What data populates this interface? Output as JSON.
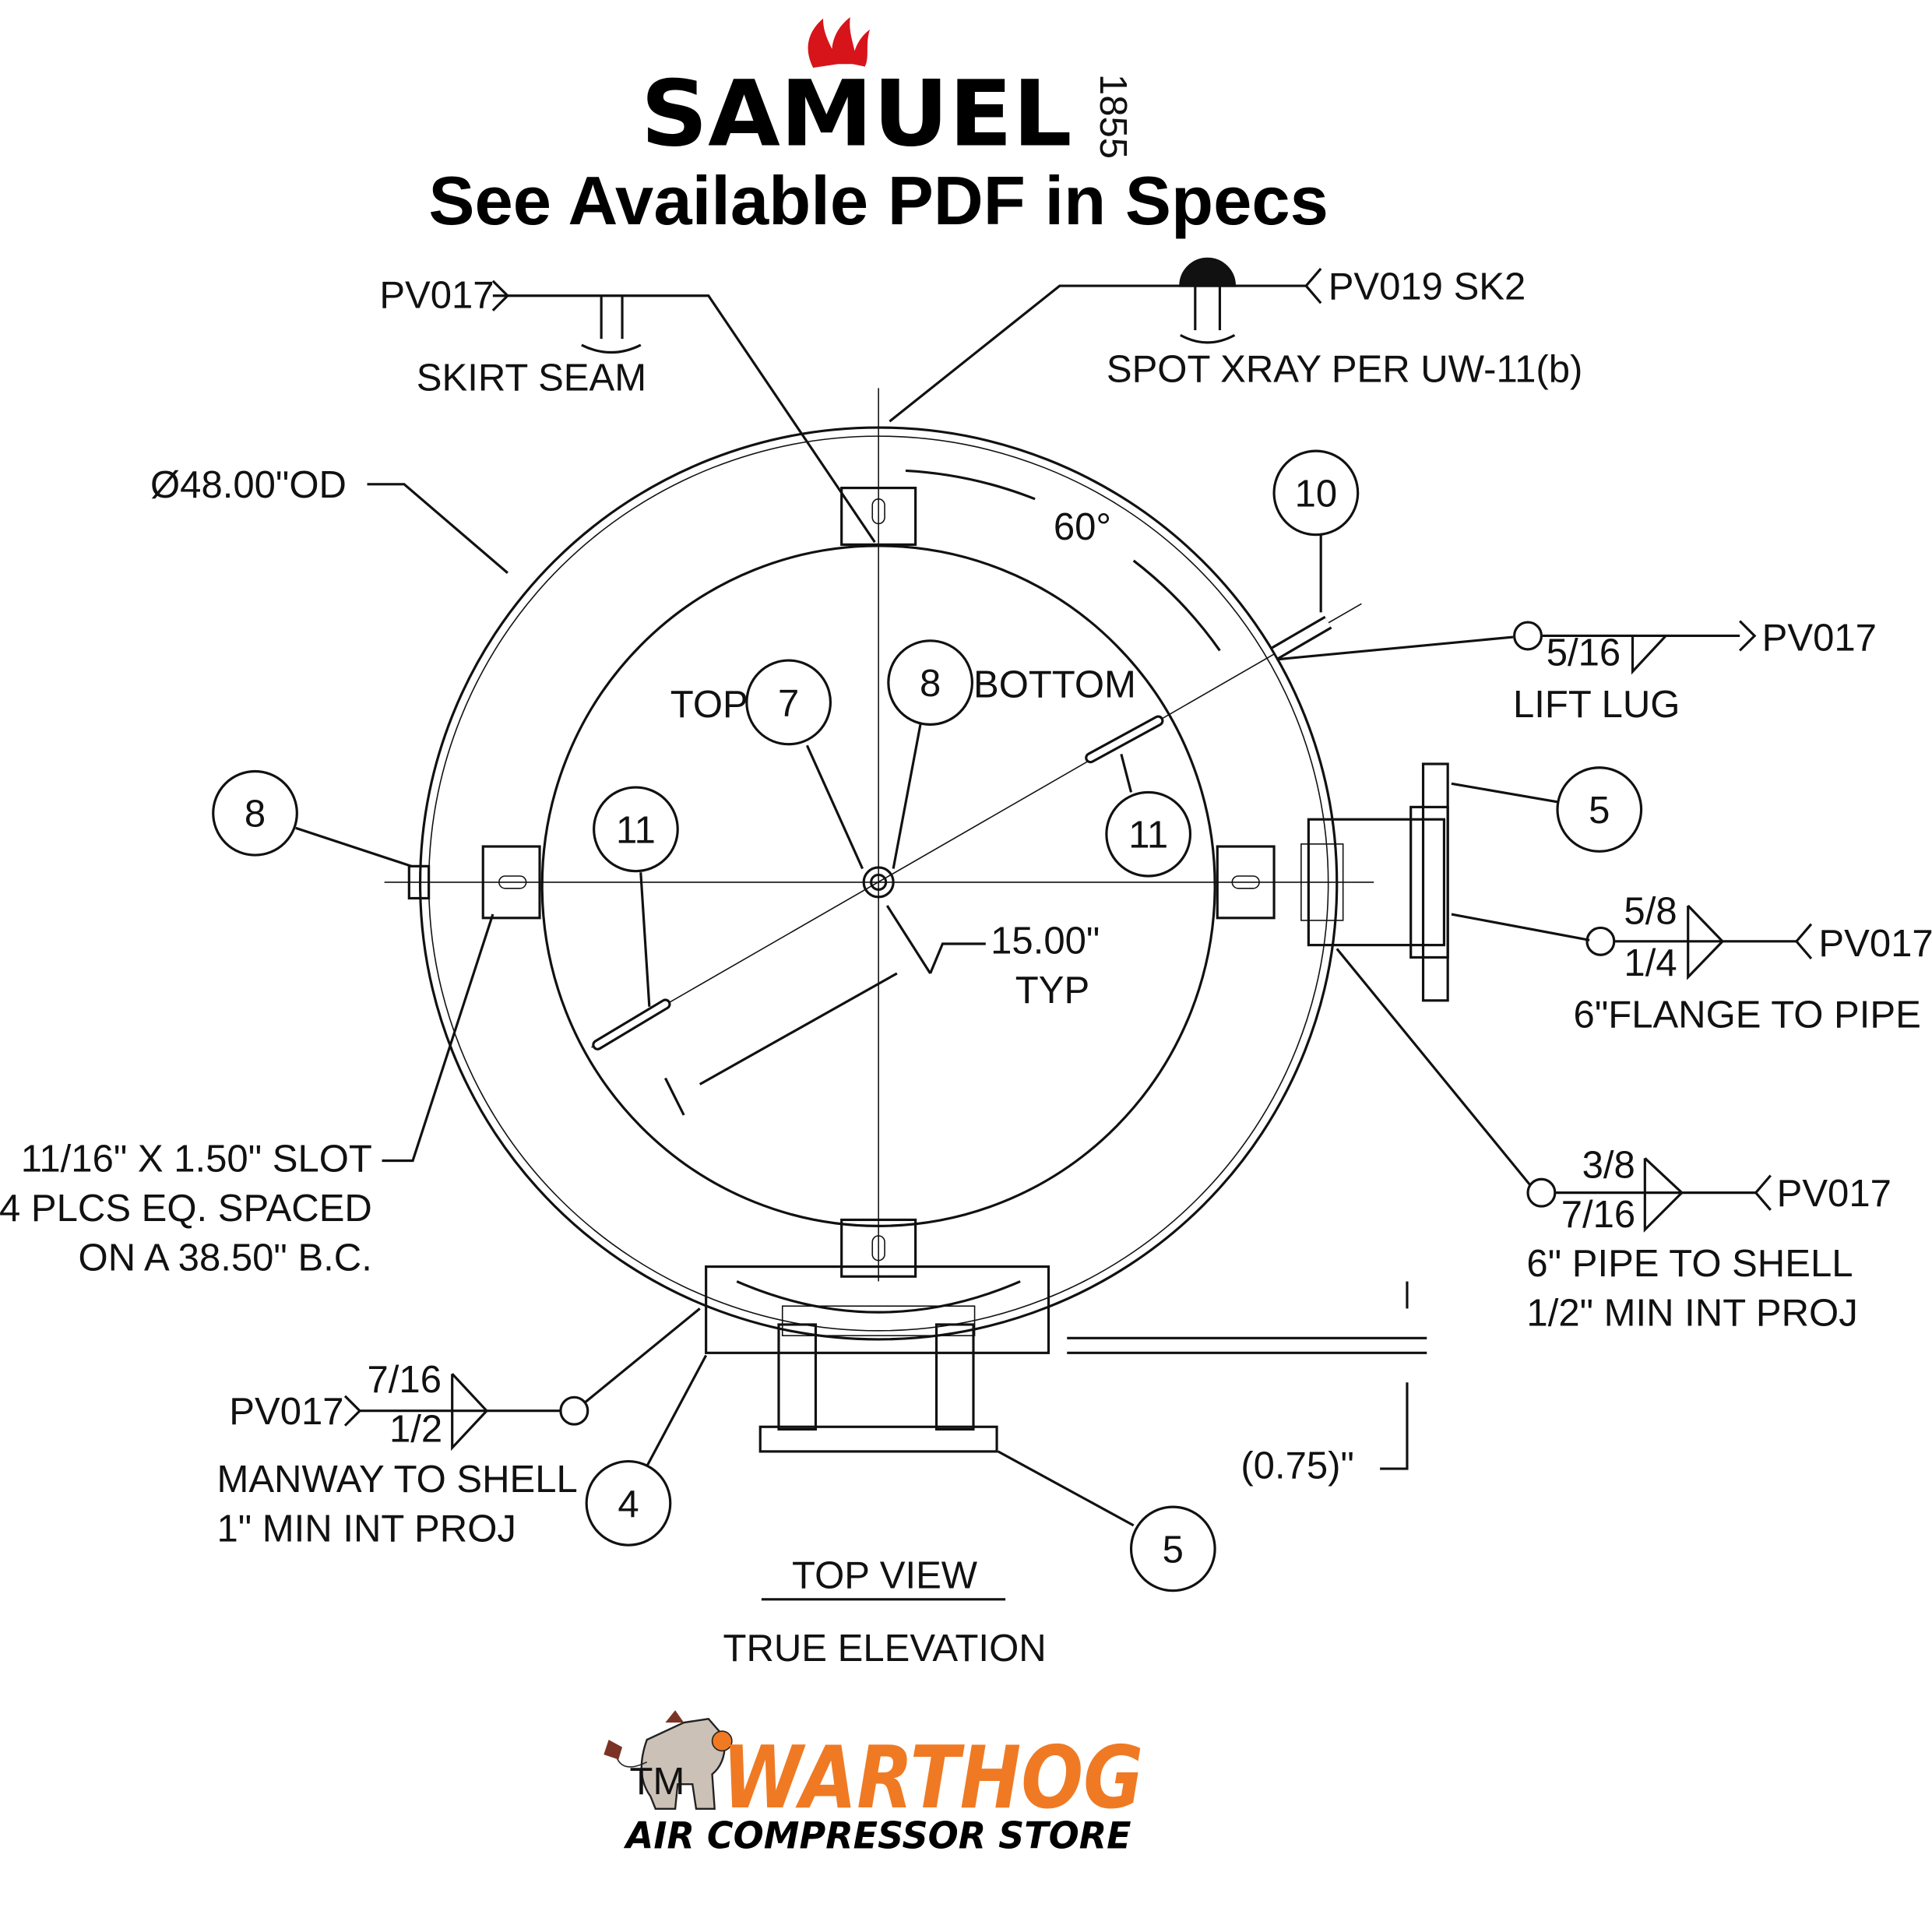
{
  "header": {
    "brand_logo": "SAMUEL",
    "brand_year": "1855",
    "banner": "See Available PDF in Specs"
  },
  "colors": {
    "samuel_flame": "#d7141a",
    "warthog_orange": "#ef7a23",
    "line": "#111111"
  },
  "drawing": {
    "title": "TOP VIEW",
    "subtitle": "TRUE ELEVATION",
    "callouts": {
      "skirt_seam_ref": "PV017",
      "skirt_seam": "SKIRT SEAM",
      "spot_xray_ref": "PV019 SK2",
      "spot_xray": "SPOT XRAY PER UW-11(b)",
      "od": "Ø48.00\"OD",
      "angle": "60°",
      "lift_lug_size": "5/16",
      "lift_lug_ref": "PV017",
      "lift_lug": "LIFT LUG",
      "flange_size_top": "5/8",
      "flange_size_bottom": "1/4",
      "flange_ref": "PV017",
      "flange": "6\"FLANGE TO PIPE",
      "pipe_size_top": "3/8",
      "pipe_size_bottom": "7/16",
      "pipe_ref": "PV017",
      "pipe_line1": "6\" PIPE TO SHELL",
      "pipe_line2": "1/2\" MIN INT PROJ",
      "top_label": "TOP",
      "bottom_label": "BOTTOM",
      "typ_dim": "15.00\"",
      "typ": "TYP",
      "slot_line1": "11/16\" X 1.50\" SLOT",
      "slot_line2": "4 PLCS EQ. SPACED",
      "slot_line3": "ON A 38.50\" B.C.",
      "manway_ref": "PV017",
      "manway_size_top": "7/16",
      "manway_size_bottom": "1/2",
      "manway_line1": "MANWAY TO SHELL",
      "manway_line2": "1\" MIN INT PROJ",
      "offset_dim": "(0.75)\""
    },
    "balloons": {
      "b10": "10",
      "b7": "7",
      "b8_center": "8",
      "b8_left": "8",
      "b11_left": "11",
      "b11_right": "11",
      "b5_flange": "5",
      "b4": "4",
      "b5_manway": "5"
    }
  },
  "footer": {
    "logo_word": "WARTHOG",
    "logo_tagline": "AIR COMPRESSOR STORE",
    "trademark": "TM"
  }
}
